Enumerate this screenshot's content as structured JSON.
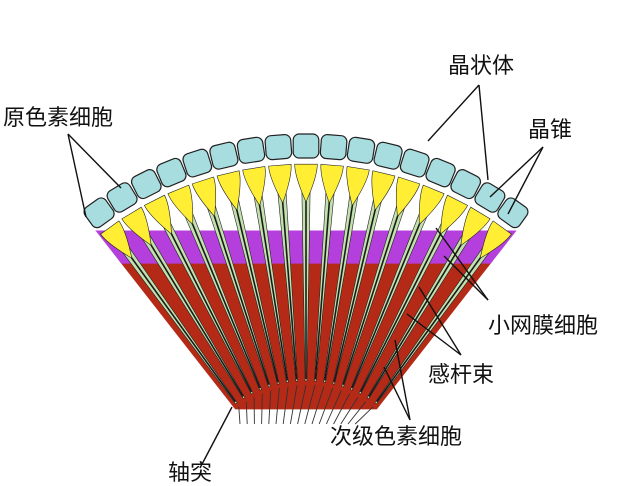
{
  "labels": {
    "crystalline_body": "晶状体",
    "crystalline_cone": "晶锥",
    "primary_pigment_cell": "原色素细胞",
    "retinula_cell": "小网膜细胞",
    "rhabdom": "感杆束",
    "secondary_pigment_cell": "次级色素细胞",
    "axon": "轴突"
  },
  "colors": {
    "cornea_lens": "#a8dde0",
    "cone": "#ffee33",
    "primary_pigment": "#b43fdc",
    "secondary_pigment": "#b52a17",
    "retinula": "#c3e1ae",
    "rhabdom": "#1a1a1a",
    "outline": "#222222"
  }
}
